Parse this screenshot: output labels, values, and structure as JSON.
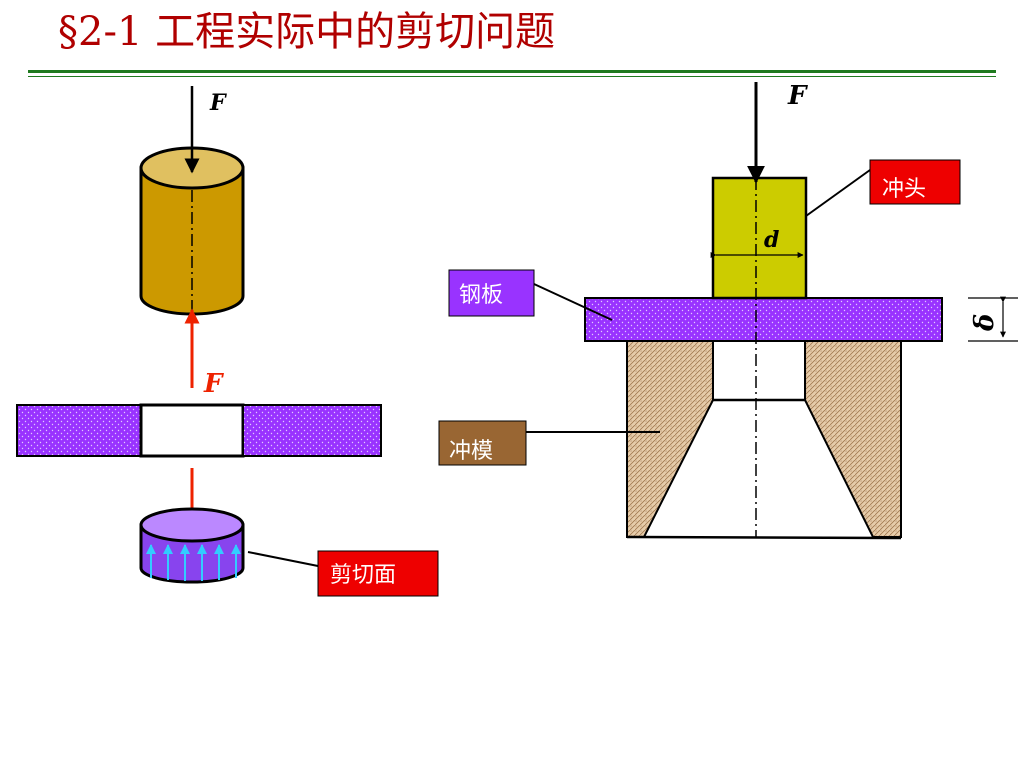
{
  "title": "§2-1 工程实际中的剪切问题",
  "colors": {
    "title_text": "#b00000",
    "rule": "#1f7a1f",
    "cylinder_body": "#cc9900",
    "cylinder_top": "#e0c060",
    "plate_purple": "#9933ff",
    "plug_top": "#bb88ff",
    "plug_body": "#8844ee",
    "shear_arrows": "#33ccff",
    "reaction_arrow": "#ee2200",
    "punch": "#cccc00",
    "die_hatch": "#e6ccaa",
    "label_red": "#ee0000",
    "label_purple": "#9933ff",
    "label_brown": "#996633"
  },
  "left": {
    "force_top": "F",
    "force_reaction": "F",
    "label_shear_surface": "剪切面"
  },
  "right": {
    "force_top": "F",
    "dim_d": "d",
    "dim_delta": "δ",
    "label_punch": "冲头",
    "label_plate": "钢板",
    "label_die": "冲模"
  }
}
